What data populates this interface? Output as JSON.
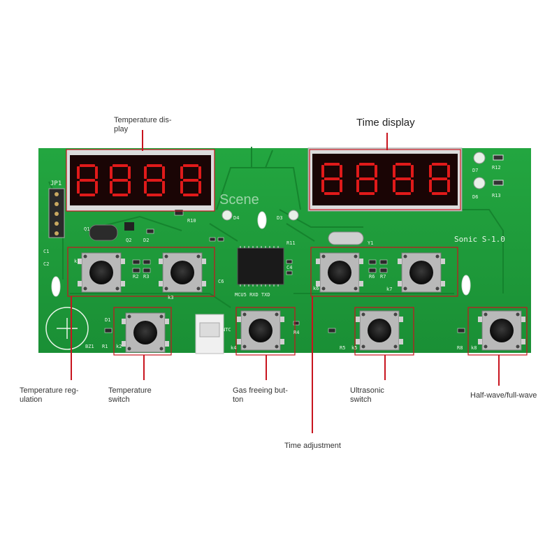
{
  "labels": {
    "temperature_display": "Temperature dis-\nplay",
    "time_display": "Time display",
    "temperature_regulation": "Temperature reg-\nulation",
    "temperature_switch": "Temperature\nswitch",
    "gas_freeing_button": "Gas freeing but-\nton",
    "ultrasonic_switch": "Ultrasonic\nswitch",
    "half_full_wave": "Half-wave/full-wave",
    "time_adjustment": "Time adjustment"
  },
  "board": {
    "watermark": "Scene",
    "model": "Sonic S-1.0",
    "silk": {
      "jp1": "JP1",
      "d4": "D4",
      "d3": "D3",
      "r10": "R10",
      "d7": "D7",
      "d6": "D6",
      "r12": "R12",
      "r13": "R13",
      "y1": "Y1",
      "r11": "R11",
      "c1": "C1",
      "c2": "C2",
      "r2": "R2",
      "r3": "R3",
      "k1": "k1",
      "k3": "k3",
      "k6": "k6",
      "k7": "k7",
      "r6": "R6",
      "r7": "R7",
      "c6": "C6",
      "c4": "C4",
      "mcu": "MCU5 RXD TXD",
      "bz1": "BZ1",
      "r1": "R1",
      "k2": "k2",
      "ntc": "NTC",
      "k4": "k4",
      "r4": "R4",
      "r5": "R5",
      "k5": "k5",
      "r8": "R8",
      "k8": "k8",
      "q1": "Q1",
      "q2": "Q2",
      "d2": "D2",
      "d1": "D1"
    }
  },
  "colors": {
    "pcb": "#1e9a3a",
    "pcb_dark": "#137a2a",
    "lead": "#c8141e",
    "segment": "#e01a1a"
  }
}
